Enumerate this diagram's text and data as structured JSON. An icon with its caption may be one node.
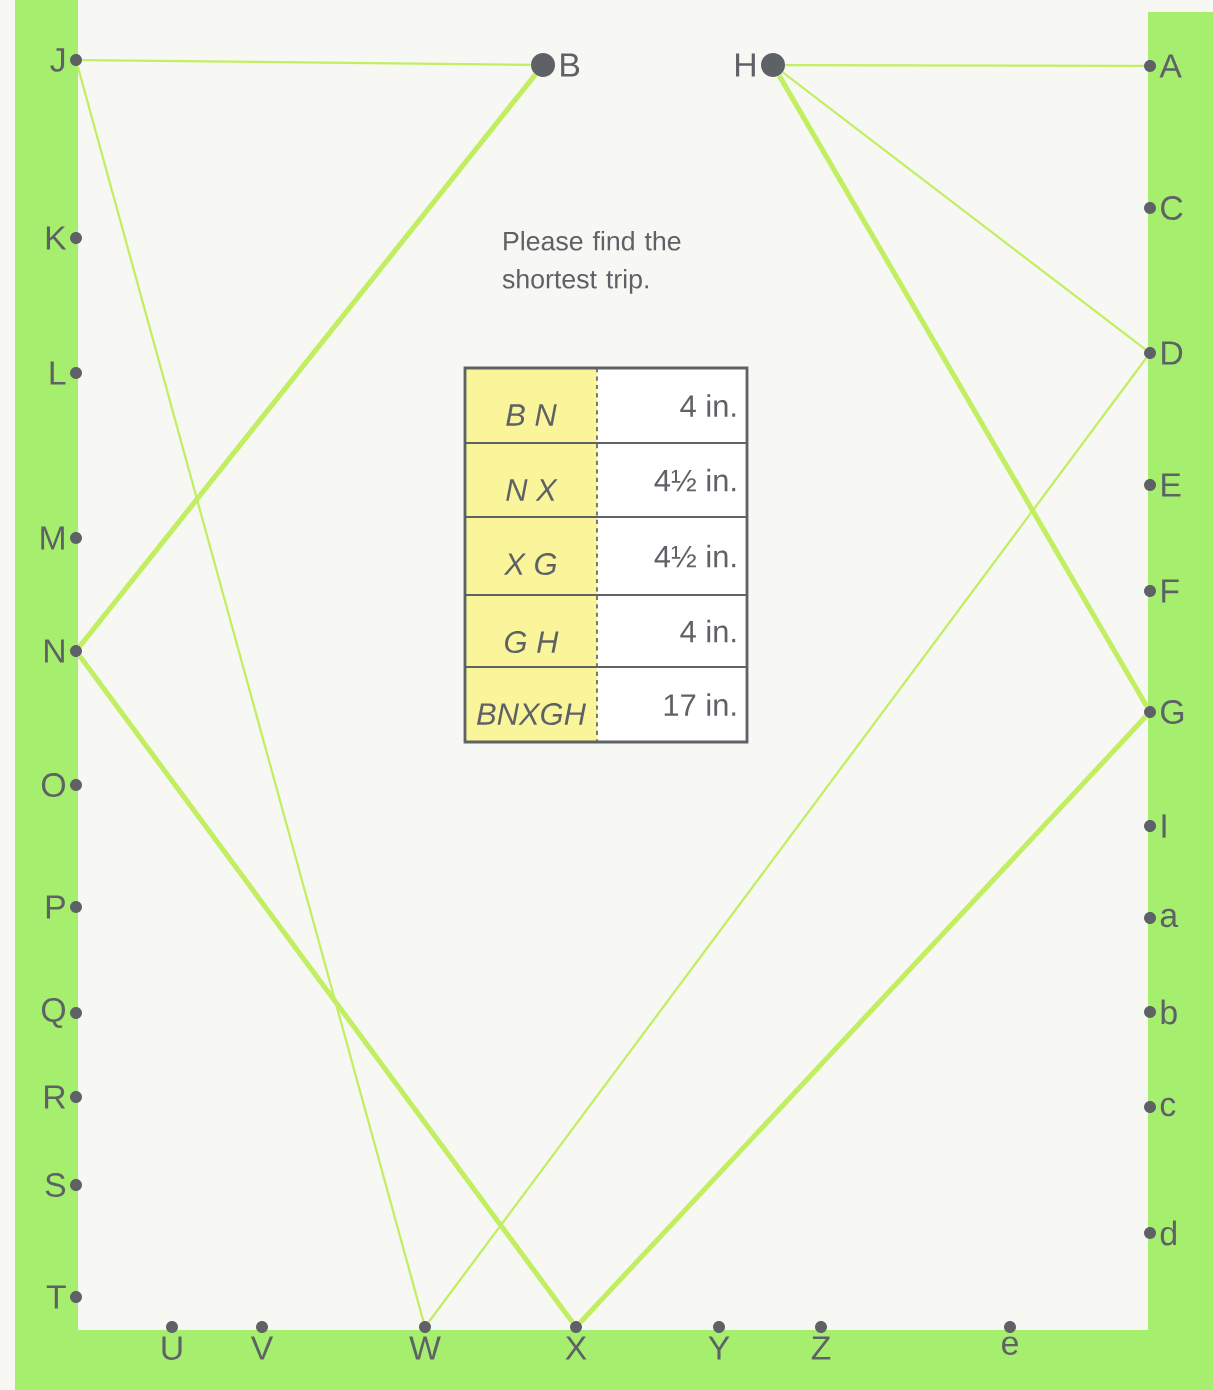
{
  "diagram": {
    "nodes": [
      {
        "text": [
          "J"
        ]
      },
      {
        "text": [
          "B"
        ]
      },
      {
        "text": [
          "H"
        ]
      },
      {
        "text": [
          "A"
        ]
      },
      {
        "text": [
          "C"
        ]
      },
      {
        "text": [
          "K"
        ]
      },
      {
        "text": [
          "D"
        ]
      },
      {
        "text": [
          "L"
        ]
      },
      {
        "text": [
          "E"
        ]
      },
      {
        "text": [
          "M"
        ]
      },
      {
        "text": [
          "F"
        ]
      },
      {
        "text": [
          "N"
        ]
      },
      {
        "text": [
          "G"
        ]
      },
      {
        "text": [
          "O"
        ]
      },
      {
        "text": [
          "I"
        ]
      },
      {
        "text": [
          "P"
        ]
      },
      {
        "text": [
          "a"
        ]
      },
      {
        "text": [
          "Q"
        ]
      },
      {
        "text": [
          "b"
        ]
      },
      {
        "text": [
          "R"
        ]
      },
      {
        "text": [
          "c"
        ]
      },
      {
        "text": [
          "S"
        ]
      },
      {
        "text": [
          "d"
        ]
      },
      {
        "text": [
          "T"
        ]
      },
      {
        "text": [
          "U"
        ]
      },
      {
        "text": [
          "V"
        ]
      },
      {
        "text": [
          "W"
        ]
      },
      {
        "text": [
          "X"
        ]
      },
      {
        "text": [
          "Y"
        ]
      },
      {
        "text": [
          "Z"
        ]
      },
      {
        "text": [
          "e"
        ]
      }
    ],
    "edges": [
      {
        "from": 0,
        "to": 1,
        "arrow": "none"
      },
      {
        "from": 0,
        "to": 26,
        "arrow": "none"
      },
      {
        "from": 1,
        "to": 11,
        "arrow": "none",
        "style": "thick"
      },
      {
        "from": 11,
        "to": 27,
        "arrow": "none",
        "style": "thick"
      },
      {
        "from": 27,
        "to": 12,
        "arrow": "none",
        "style": "thick"
      },
      {
        "from": 12,
        "to": 2,
        "arrow": "none",
        "style": "thick"
      },
      {
        "from": 2,
        "to": 3,
        "arrow": "none"
      },
      {
        "from": 2,
        "to": 6,
        "arrow": "none"
      },
      {
        "from": 6,
        "to": 26,
        "arrow": "none"
      }
    ],
    "labels": [
      "Please find the shortest trip.",
      "B N",
      "4 in.",
      "N X",
      "4½ in.",
      "X G",
      "4½ in.",
      "G H",
      "4 in.",
      "BNXGH",
      "17 in."
    ]
  }
}
